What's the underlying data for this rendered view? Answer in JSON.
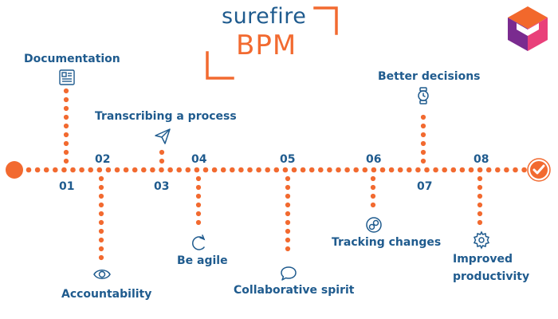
{
  "logo": {
    "line1": "surefire",
    "line2": "BPM"
  },
  "colors": {
    "accent": "#f26a30",
    "text": "#1f5b8e",
    "cube_orange": "#f2682c",
    "cube_pink": "#e9407a",
    "cube_purple": "#7a2b8f"
  },
  "milestones": [
    {
      "number": "01",
      "label": "Documentation",
      "icon": "document-icon"
    },
    {
      "number": "02",
      "label": "Accountability",
      "icon": "eye-icon"
    },
    {
      "number": "03",
      "label": "Transcribing a process",
      "icon": "paper-plane-icon"
    },
    {
      "number": "04",
      "label": "Be agile",
      "icon": "rotate-arrow-icon"
    },
    {
      "number": "05",
      "label": "Collaborative spirit",
      "icon": "chat-bubble-icon"
    },
    {
      "number": "06",
      "label": "Tracking changes",
      "icon": "link-cycle-icon"
    },
    {
      "number": "07",
      "label": "Better decisions",
      "icon": "wristwatch-icon"
    },
    {
      "number": "08",
      "label": "Improved productivity",
      "label_lines": [
        "Improved",
        "productivity"
      ],
      "icon": "gear-icon"
    }
  ],
  "end_marker": {
    "icon": "checkmark-icon"
  }
}
